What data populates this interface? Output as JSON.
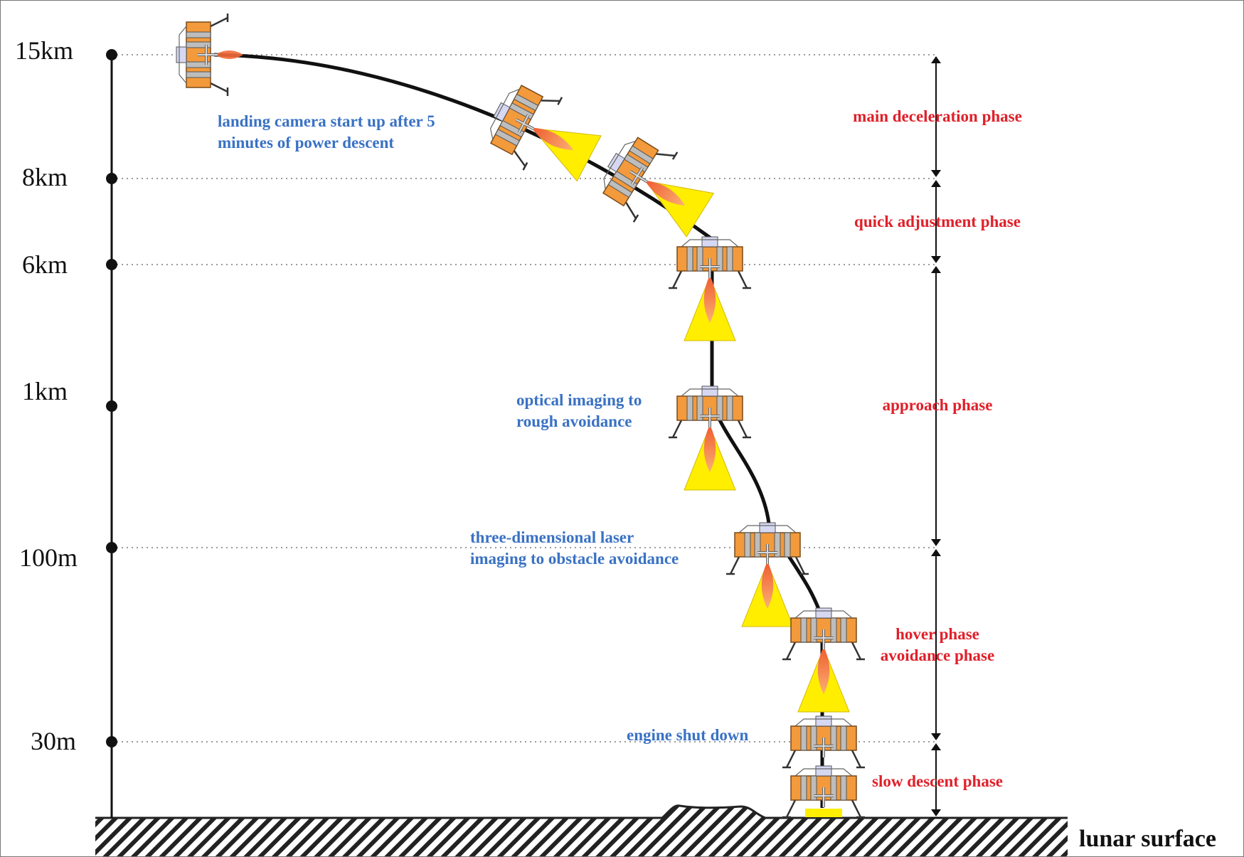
{
  "altitude_markers": [
    {
      "label": "15km"
    },
    {
      "label": "8km"
    },
    {
      "label": "6km"
    },
    {
      "label": "1km"
    },
    {
      "label": "100m"
    },
    {
      "label": "30m"
    }
  ],
  "phases": [
    {
      "lines": [
        "main deceleration phase"
      ]
    },
    {
      "lines": [
        "quick adjustment phase"
      ]
    },
    {
      "lines": [
        "approach phase"
      ]
    },
    {
      "lines": [
        "hover phase",
        "avoidance phase"
      ]
    },
    {
      "lines": [
        "slow descent phase"
      ]
    }
  ],
  "events": [
    {
      "lines": [
        "landing camera start up after 5",
        "minutes of power descent"
      ]
    },
    {
      "lines": [
        "optical imaging to",
        "rough avoidance"
      ]
    },
    {
      "lines": [
        "three-dimensional laser",
        "imaging to obstacle avoidance"
      ]
    },
    {
      "lines": [
        "engine shut down"
      ]
    }
  ],
  "surface_label": "lunar surface",
  "lander_count": 9,
  "colors": {
    "phase_text": "#e0202a",
    "event_text": "#3a72c4",
    "lander_body": "#f39a3c",
    "plume_outer": "#ffee00",
    "plume_inner": "#f26a3a",
    "trajectory": "#111111"
  }
}
